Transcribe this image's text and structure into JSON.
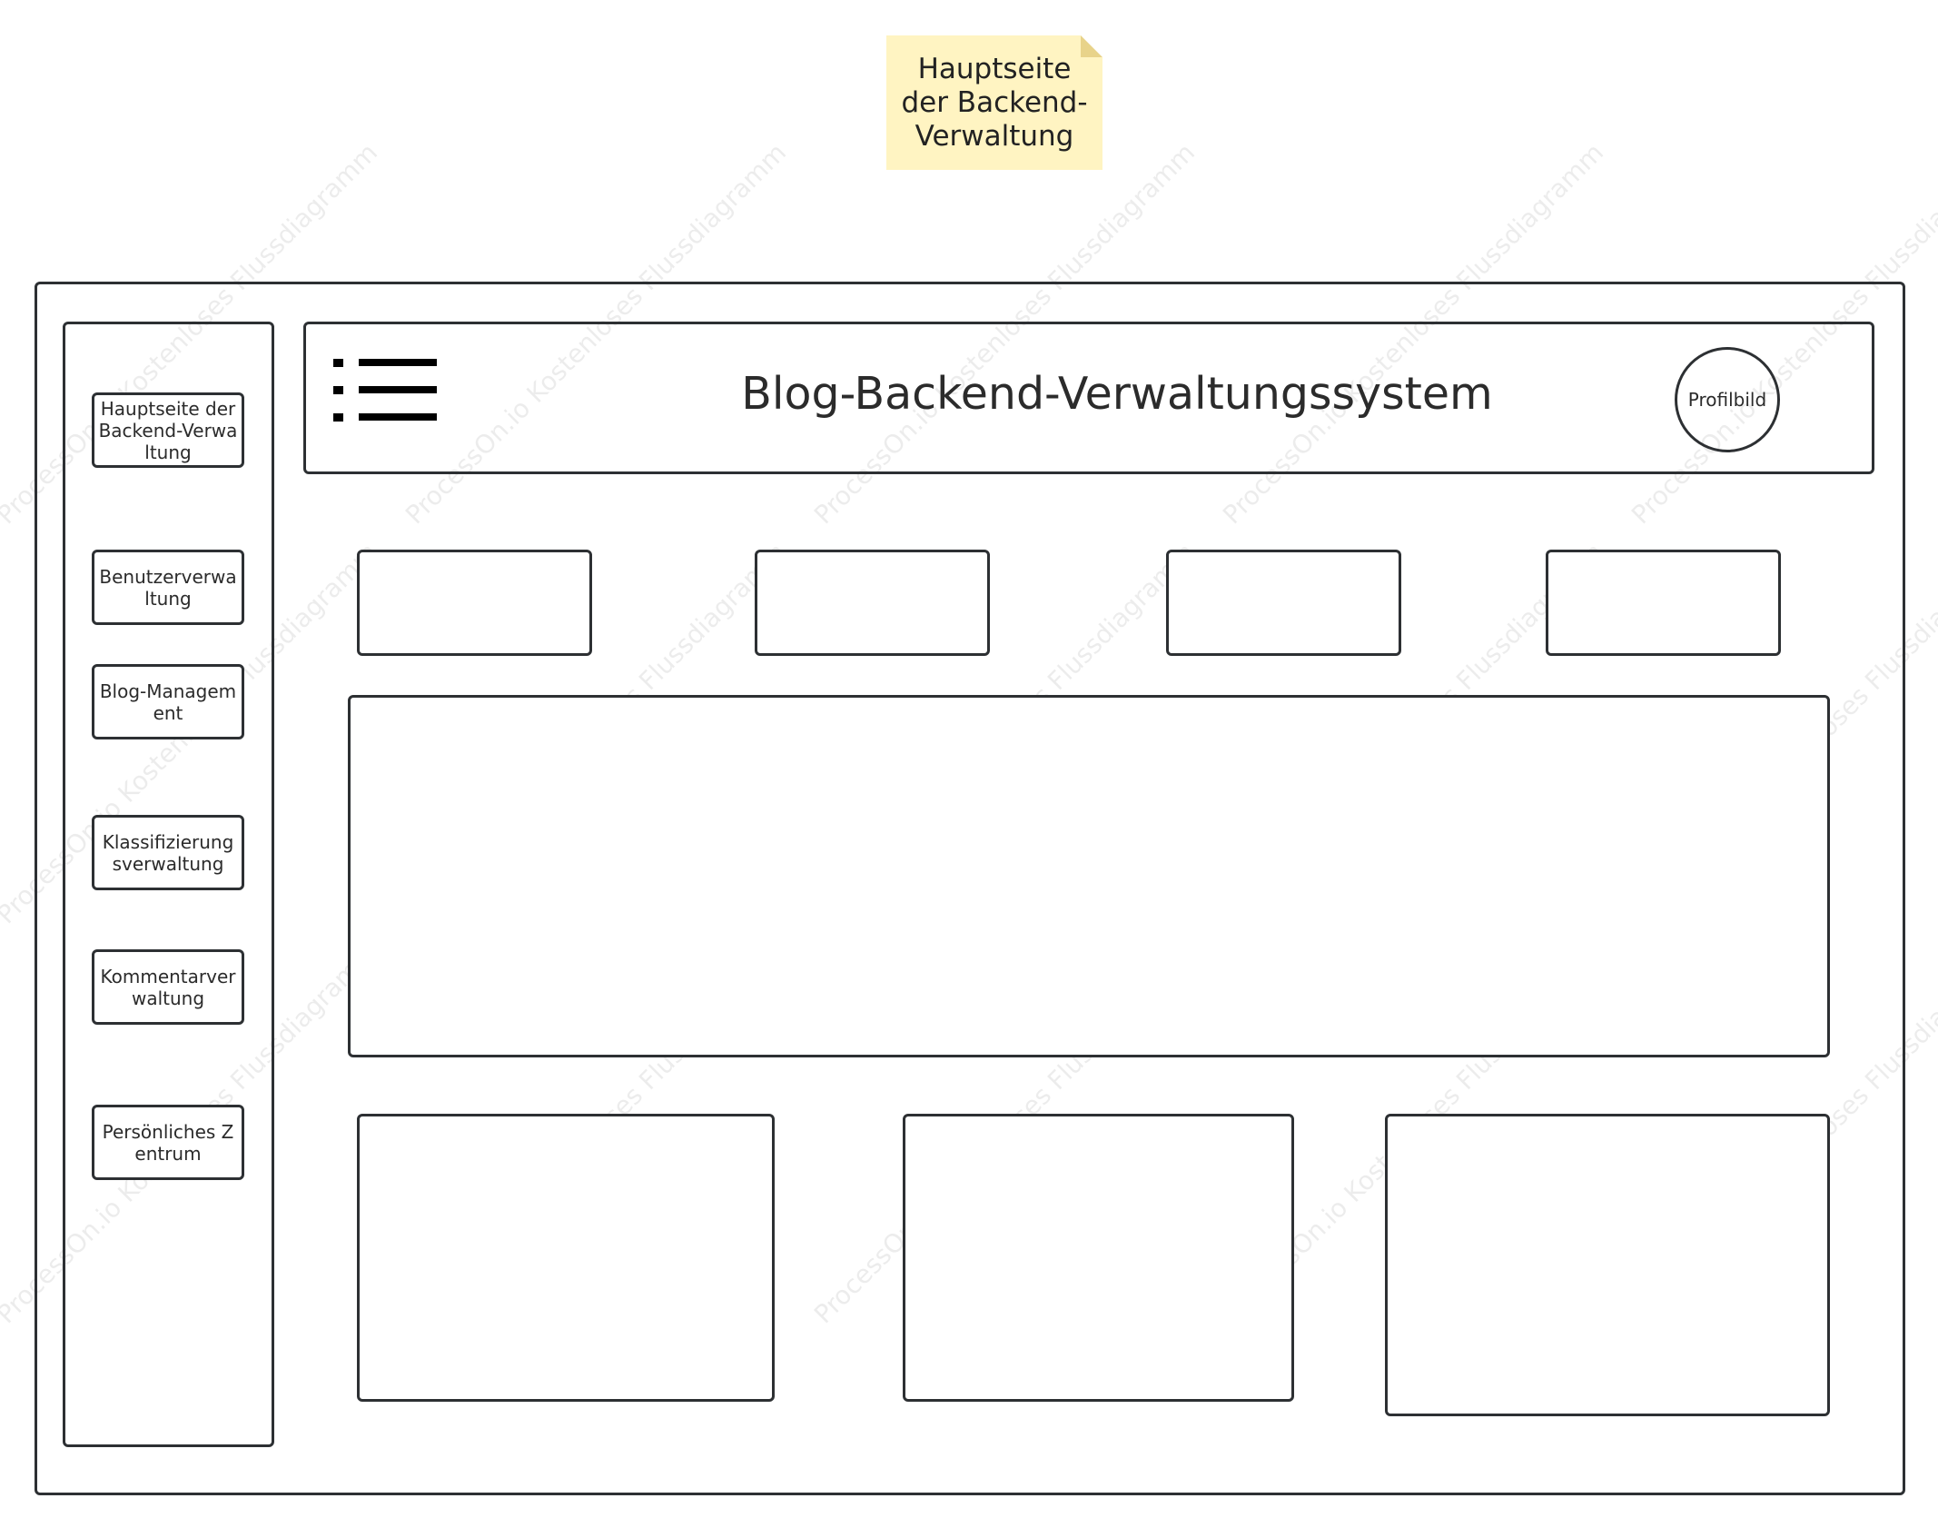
{
  "note": {
    "text": "Hauptseite der Backend-Verwaltung",
    "color": "#fff4c2"
  },
  "header": {
    "menu_icon": "menu-list-icon",
    "title": "Blog-Backend-Verwaltungssystem",
    "avatar_label": "Profilbild"
  },
  "sidebar": {
    "items": [
      {
        "label": "Hauptseite der Backend-Verwaltung"
      },
      {
        "label": "Benutzerverwaltung"
      },
      {
        "label": "Blog-Management"
      },
      {
        "label": "Klassifizierungsverwaltung"
      },
      {
        "label": "Kommentarverwaltung"
      },
      {
        "label": "Persönliches Zentrum"
      }
    ]
  },
  "watermark": {
    "text": "ProcessOn.io Kostenloses Flussdiagramm"
  },
  "colors": {
    "stroke": "#2d3033",
    "background": "#ffffff"
  }
}
